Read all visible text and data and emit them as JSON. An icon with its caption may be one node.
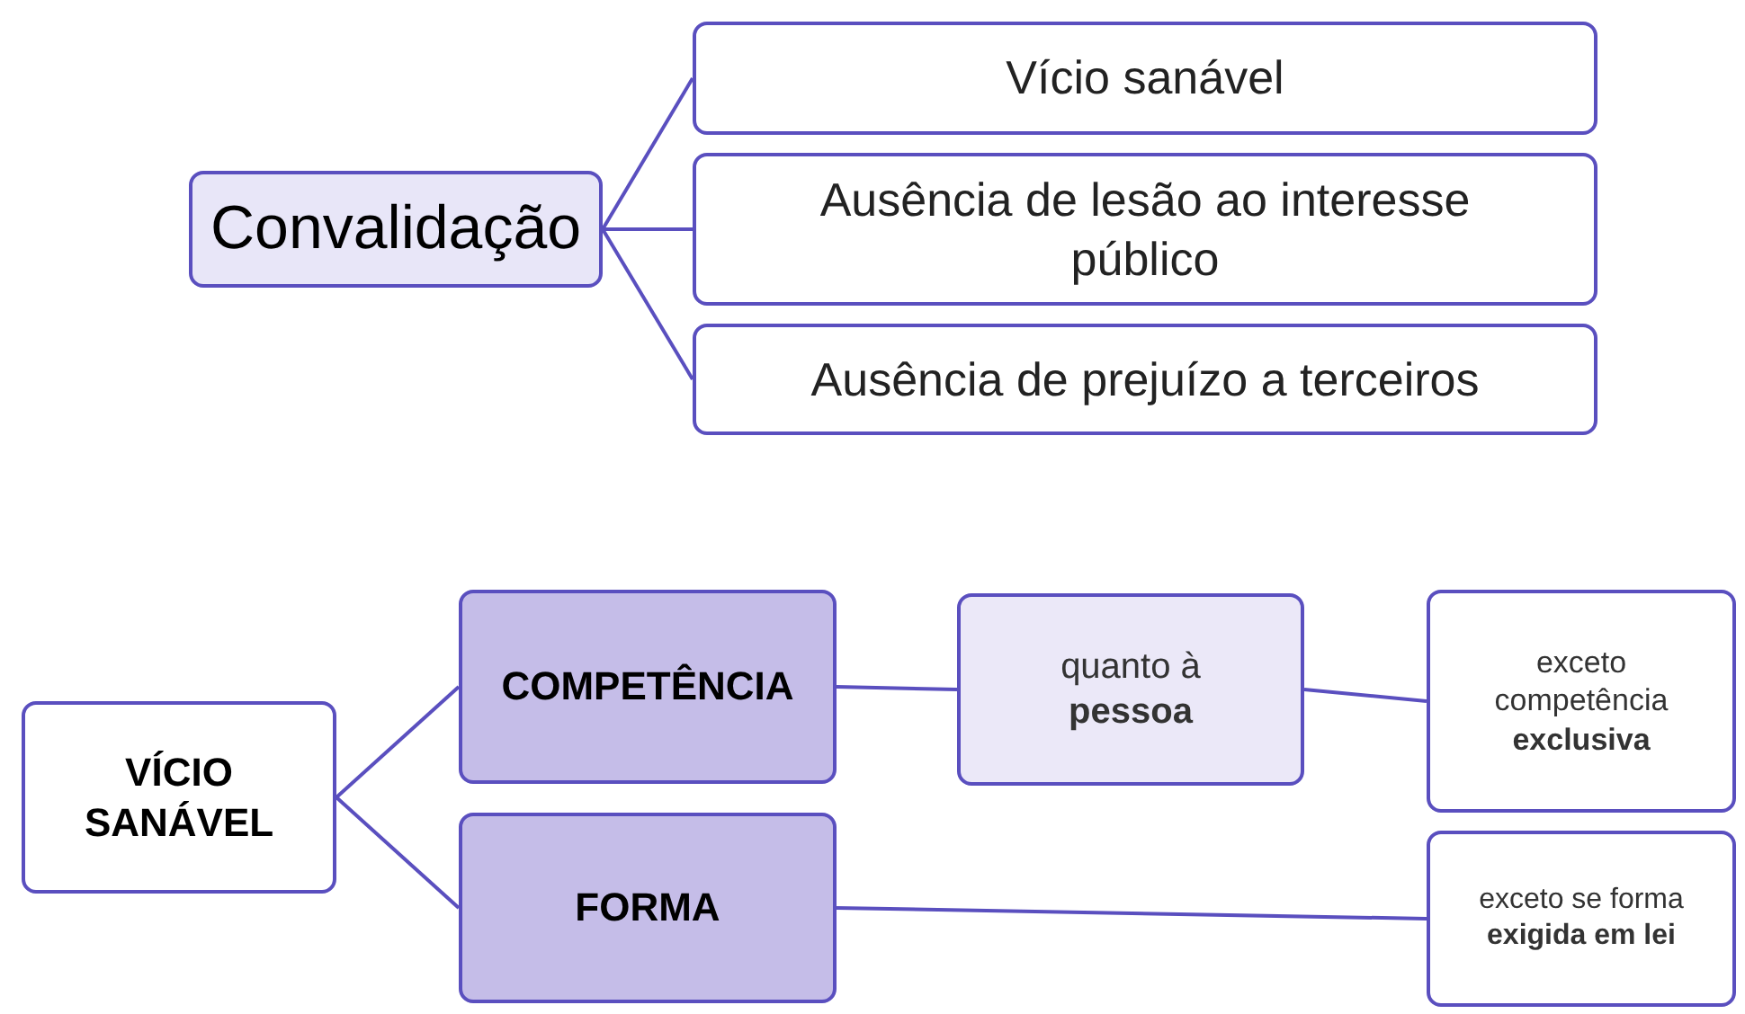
{
  "diagram": {
    "nodes": [
      {
        "text": [
          "Convalidação"
        ]
      },
      {
        "text": [
          "Vício sanável"
        ]
      },
      {
        "text": [
          "Ausência de lesão ao interesse público"
        ]
      },
      {
        "text": [
          "Ausência de prejuízo a terceiros"
        ]
      },
      {
        "text": [
          "VÍCIO SANÁVEL"
        ]
      },
      {
        "text": [
          "COMPETÊNCIA"
        ]
      },
      {
        "text": [
          "FORMA"
        ]
      },
      {
        "text": [
          "quanto à **pessoa**"
        ]
      },
      {
        "text": [
          "exceto competência **exclusiva**"
        ]
      },
      {
        "text": [
          "exceto se forma **exigida em lei**"
        ]
      }
    ],
    "edges": [
      {
        "from": 0,
        "to": 1,
        "arrow": "none"
      },
      {
        "from": 0,
        "to": 2,
        "arrow": "none"
      },
      {
        "from": 0,
        "to": 3,
        "arrow": "none"
      },
      {
        "from": 4,
        "to": 5,
        "arrow": "none"
      },
      {
        "from": 4,
        "to": 6,
        "arrow": "none"
      },
      {
        "from": 5,
        "to": 7,
        "arrow": "none"
      },
      {
        "from": 7,
        "to": 8,
        "arrow": "none"
      },
      {
        "from": 6,
        "to": 9,
        "arrow": "none"
      }
    ]
  }
}
